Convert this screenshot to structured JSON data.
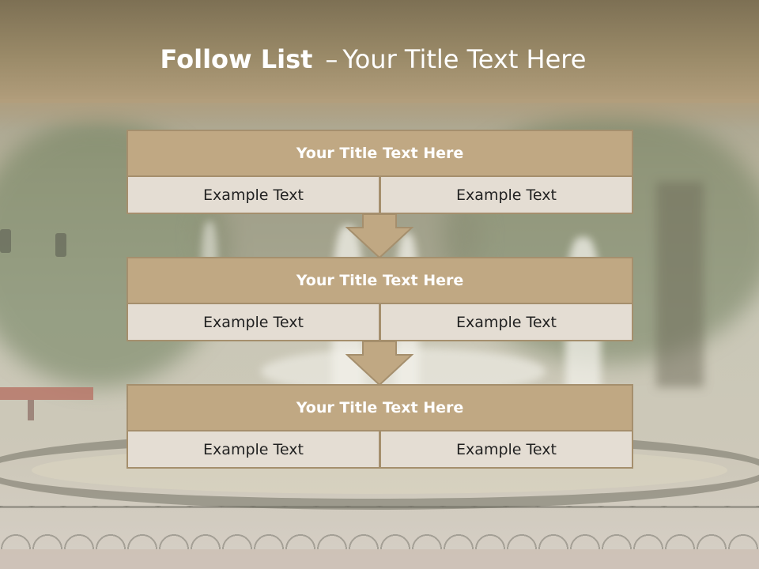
{
  "slide": {
    "title_bold": "Follow List",
    "title_dash": "–",
    "title_rest": "Your Title Text Here"
  },
  "steps": [
    {
      "title": "Your Title Text Here",
      "left": "Example Text",
      "right": "Example Text"
    },
    {
      "title": "Your Title Text Here",
      "left": "Example Text",
      "right": "Example Text"
    },
    {
      "title": "Your Title Text Here",
      "left": "Example Text",
      "right": "Example Text"
    }
  ],
  "colors": {
    "header_band": "#9a8a68",
    "box_title_fill": "#c0a883",
    "box_border": "#a58f6d",
    "cell_fill": "#e4ddd3",
    "arrow_fill": "#c0a883"
  }
}
